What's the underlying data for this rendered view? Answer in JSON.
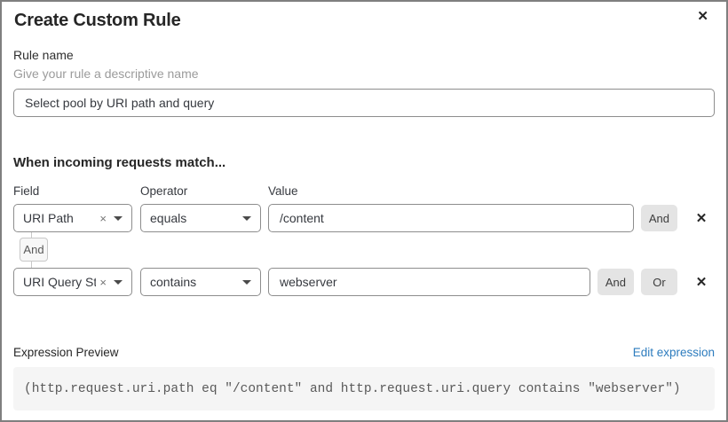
{
  "dialog": {
    "title": "Create Custom Rule"
  },
  "icons": {
    "close": "✕",
    "remove": "✕",
    "clear": "×"
  },
  "rule_name": {
    "label": "Rule name",
    "helper": "Give your rule a descriptive name",
    "value": "Select pool by URI path and query"
  },
  "matcher": {
    "heading": "When incoming requests match...",
    "columns": {
      "field": "Field",
      "operator": "Operator",
      "value": "Value"
    },
    "joiner": "And",
    "rows": [
      {
        "field": "URI Path",
        "operator": "equals",
        "value": "/content",
        "buttons": [
          "And"
        ]
      },
      {
        "field": "URI Query St...",
        "operator": "contains",
        "value": "webserver",
        "buttons": [
          "And",
          "Or"
        ]
      }
    ]
  },
  "expression": {
    "label": "Expression Preview",
    "edit_link": "Edit expression",
    "code": "(http.request.uri.path eq \"/content\" and http.request.uri.query contains \"webserver\")"
  },
  "colors": {
    "link_blue": "#2d7cbe",
    "button_gray": "#e4e4e4",
    "code_bg": "#f5f5f5",
    "border_gray": "#8d8d8d"
  }
}
